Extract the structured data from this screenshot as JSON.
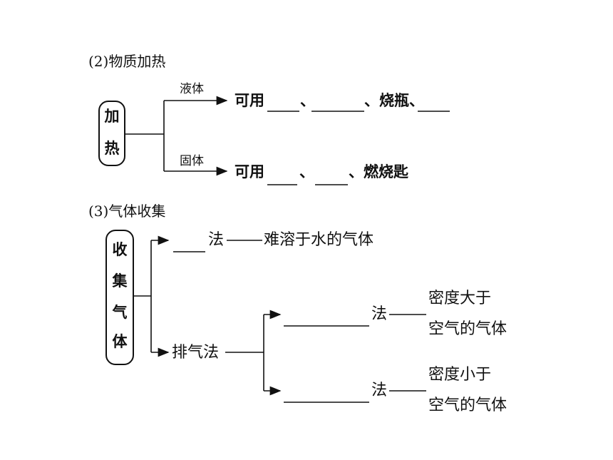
{
  "section2": {
    "heading": "(2)物质加热",
    "box_chars": [
      "加",
      "热"
    ],
    "liquid": {
      "label": "液体",
      "prefix": "可用",
      "sep1": "、",
      "sep2": "、烧瓶、"
    },
    "solid": {
      "label": "固体",
      "prefix": "可用",
      "sep1": "、",
      "sep2": "、燃烧匙"
    }
  },
  "section3": {
    "heading": "(3)气体收集",
    "box_chars": [
      "收",
      "集",
      "气",
      "体"
    ],
    "water_method": {
      "suffix": "法",
      "desc": "难溶于水的气体"
    },
    "air_method": {
      "label": "排气法"
    },
    "air_up": {
      "suffix": "法",
      "desc_line1": "密度大于",
      "desc_line2": "空气的气体"
    },
    "air_down": {
      "suffix": "法",
      "desc_line1": "密度小于",
      "desc_line2": "空气的气体"
    }
  }
}
